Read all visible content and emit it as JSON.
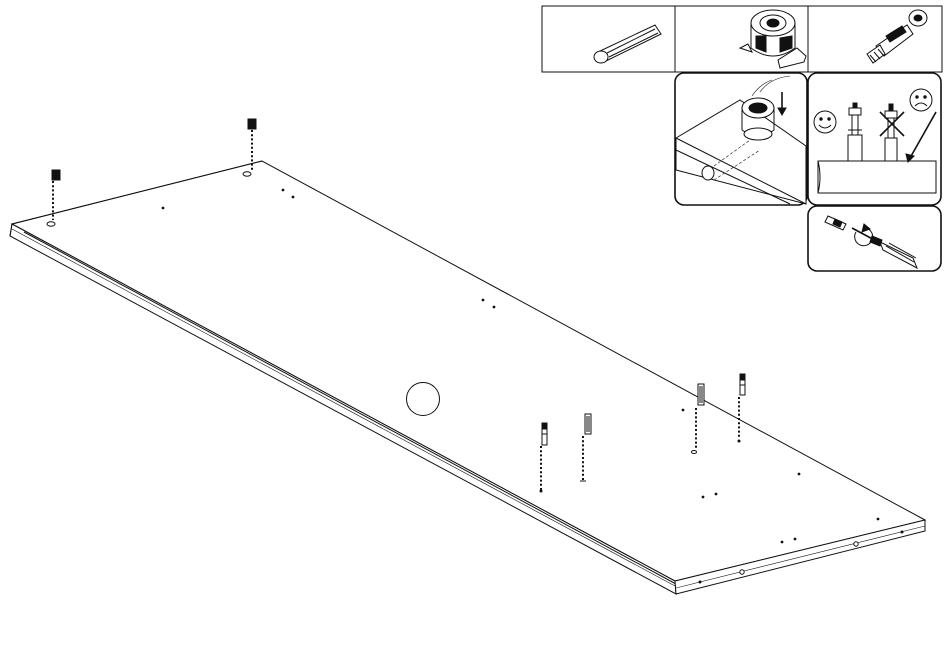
{
  "figure": {
    "type": "assembly-instruction",
    "description_hidden": true
  },
  "panels": [
    {
      "name": "wooden-dowel-panel",
      "icon": "wooden-dowel-icon"
    },
    {
      "name": "cam-lock-panel",
      "icon": "cam-lock-icon"
    },
    {
      "name": "cam-bolt-panel",
      "icon": "cam-bolt-icon"
    },
    {
      "name": "cam-lock-insert-panel",
      "icon": "cam-lock-insert-icon"
    },
    {
      "name": "bolt-depth-panel",
      "icon": "smiley-and-frown-icons"
    },
    {
      "name": "screwdriver-panel",
      "icon": "screwdriver-icon"
    }
  ],
  "colors": {
    "line": "#111111",
    "background": "#ffffff"
  }
}
